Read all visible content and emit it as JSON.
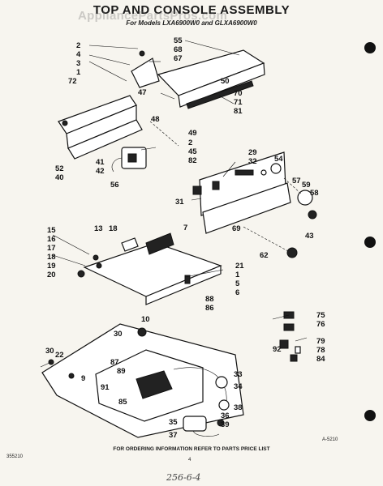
{
  "header": {
    "title": "TOP AND CONSOLE ASSEMBLY",
    "subtitle": "For Models LXA6900W0 and GLXA6900W0",
    "watermark": "AppliancePartsPros.com"
  },
  "footer": {
    "ordering_note": "FOR ORDERING INFORMATION REFER TO PARTS PRICE LIST",
    "page_number": "4",
    "part_code": "A-5210",
    "document_number": "355210",
    "handwritten_note": "256-6-4"
  },
  "callouts": {
    "c2": "2",
    "c4": "4",
    "c3": "3",
    "c1": "1",
    "c72": "72",
    "c55": "55",
    "c68": "68",
    "c67": "67",
    "c50": "50",
    "c47": "47",
    "c48": "48",
    "c70": "70",
    "c71": "71",
    "c81": "81",
    "c49": "49",
    "c2b": "2",
    "c45": "45",
    "c82": "82",
    "c41": "41",
    "c42": "42",
    "c52": "52",
    "c40": "40",
    "c56": "56",
    "c29": "29",
    "c32": "32",
    "c54": "54",
    "c57": "57",
    "c59": "59",
    "c58": "58",
    "c31": "31",
    "c69": "69",
    "c43": "43",
    "c62": "62",
    "c13": "13",
    "c18": "18",
    "c7": "7",
    "c15": "15",
    "c16": "16",
    "c17": "17",
    "c18b": "18",
    "c19": "19",
    "c20": "20",
    "c21": "21",
    "c1b": "1",
    "c5": "5",
    "c6": "6",
    "c88": "88",
    "c86": "86",
    "c10": "10",
    "c30": "30",
    "c30b": "30",
    "c22": "22",
    "c87": "87",
    "c89": "89",
    "c9": "9",
    "c91": "91",
    "c85": "85",
    "c33": "33",
    "c34": "34",
    "c38": "38",
    "c35": "35",
    "c36": "36",
    "c39": "39",
    "c37": "37",
    "c75": "75",
    "c76": "76",
    "c92": "92",
    "c79": "79",
    "c78": "78",
    "c84": "84"
  }
}
